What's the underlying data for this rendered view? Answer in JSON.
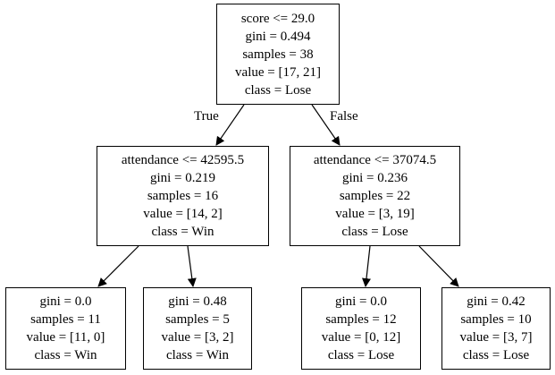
{
  "tree": {
    "nodes": [
      {
        "id": "n0",
        "lines": [
          "score <= 29.0",
          "gini = 0.494",
          "samples = 38",
          "value = [17, 21]",
          "class = Lose"
        ]
      },
      {
        "id": "n1",
        "lines": [
          "attendance <= 42595.5",
          "gini = 0.219",
          "samples = 16",
          "value = [14, 2]",
          "class = Win"
        ]
      },
      {
        "id": "n2",
        "lines": [
          "attendance <= 37074.5",
          "gini = 0.236",
          "samples = 22",
          "value = [3, 19]",
          "class = Lose"
        ]
      },
      {
        "id": "n3",
        "lines": [
          "gini = 0.0",
          "samples = 11",
          "value = [11, 0]",
          "class = Win"
        ]
      },
      {
        "id": "n4",
        "lines": [
          "gini = 0.48",
          "samples = 5",
          "value = [3, 2]",
          "class = Win"
        ]
      },
      {
        "id": "n5",
        "lines": [
          "gini = 0.0",
          "samples = 12",
          "value = [0, 12]",
          "class = Lose"
        ]
      },
      {
        "id": "n6",
        "lines": [
          "gini = 0.42",
          "samples = 10",
          "value = [3, 7]",
          "class = Lose"
        ]
      }
    ],
    "edges": [
      {
        "from": "n0",
        "to": "n1",
        "label": "True"
      },
      {
        "from": "n0",
        "to": "n2",
        "label": "False"
      },
      {
        "from": "n1",
        "to": "n3"
      },
      {
        "from": "n1",
        "to": "n4"
      },
      {
        "from": "n2",
        "to": "n5"
      },
      {
        "from": "n2",
        "to": "n6"
      }
    ]
  }
}
